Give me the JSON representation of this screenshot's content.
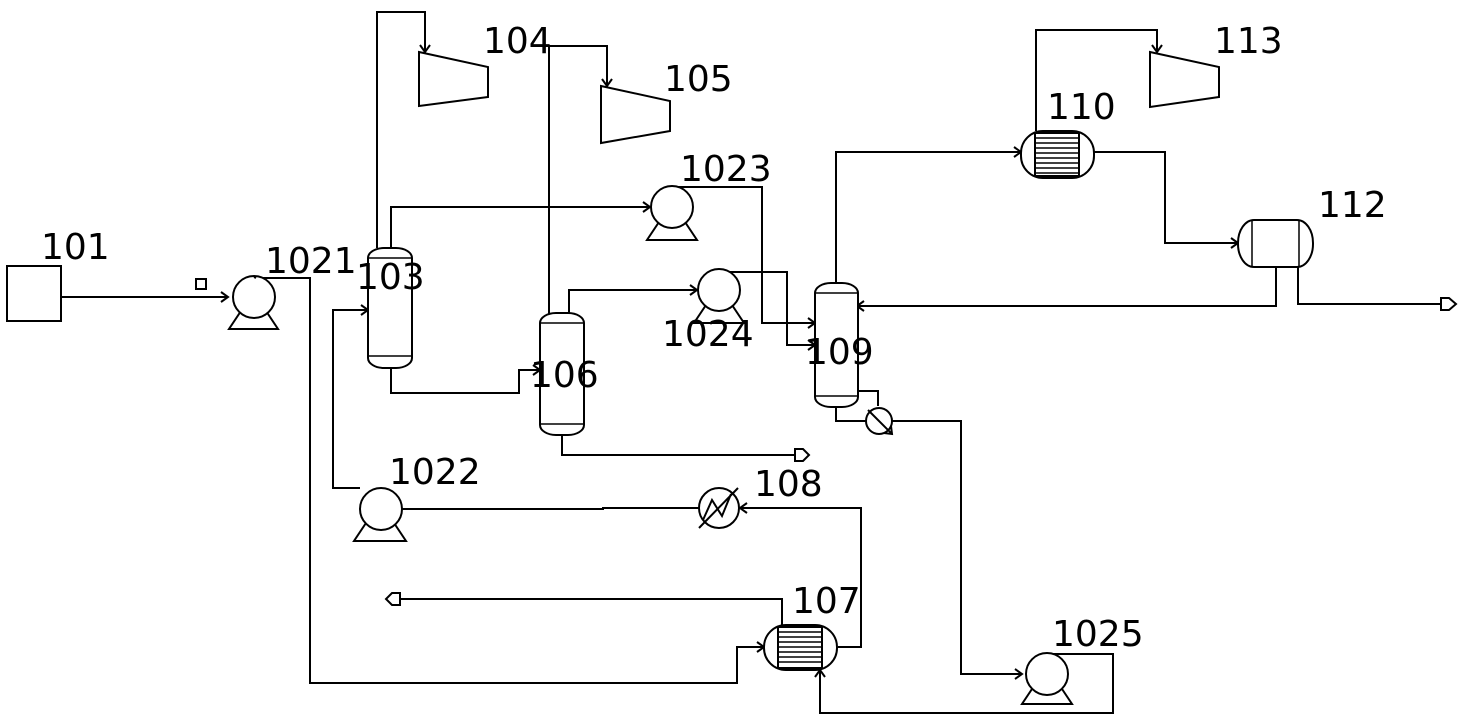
{
  "labels": {
    "feed_tank": "101",
    "pump_feed": "1021",
    "column_103": "103",
    "compressor_104": "104",
    "compressor_105": "105",
    "column_106": "106",
    "pump_1023": "1023",
    "pump_1024": "1024",
    "column_109": "109",
    "exchanger_110": "110",
    "compressor_113": "113",
    "drum_112": "112",
    "pump_1022": "1022",
    "heater_108": "108",
    "exchanger_107": "107",
    "pump_1025": "1025"
  }
}
